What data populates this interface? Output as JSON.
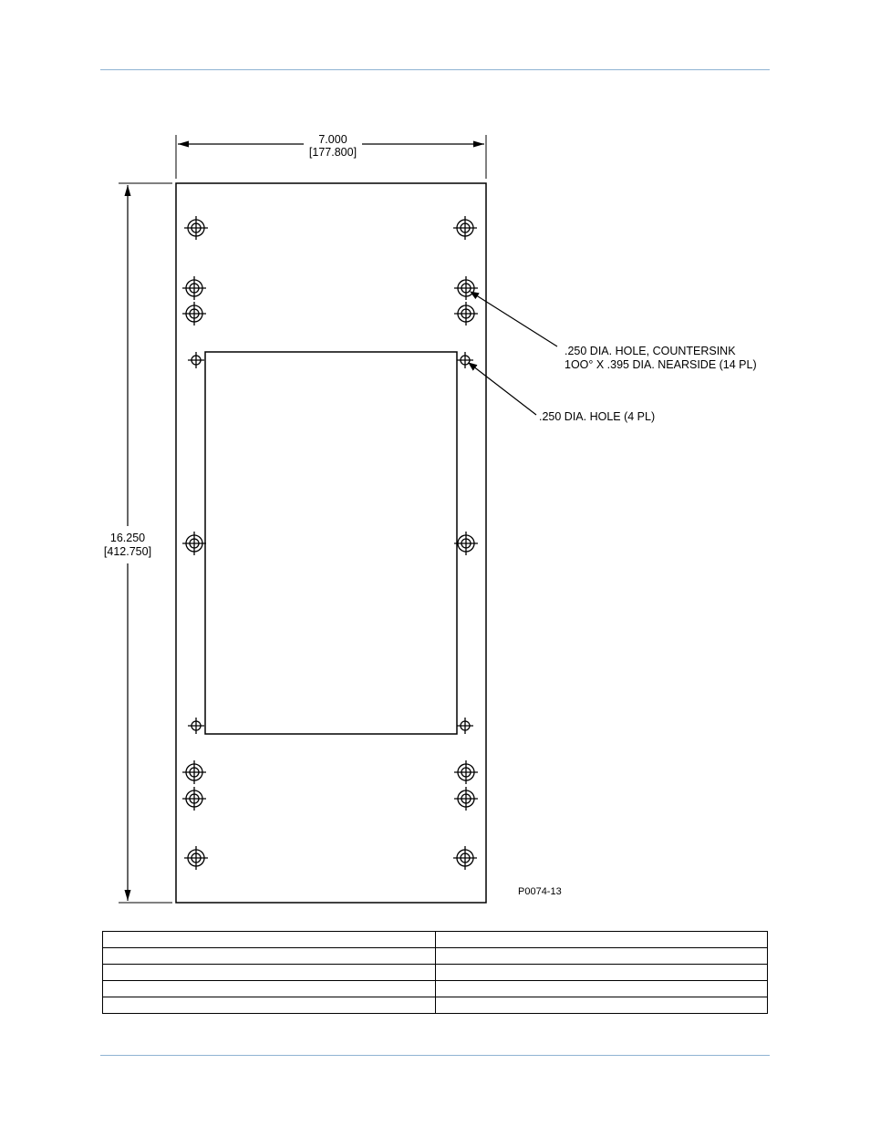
{
  "dimensions": {
    "width_in": "7.000",
    "width_mm": "[177.800]",
    "height_in": "16.250",
    "height_mm": "[412.750]"
  },
  "callouts": {
    "countersink_line1": ".250 DIA. HOLE, COUNTERSINK",
    "countersink_line2": "1OO° X .395 DIA. NEARSIDE (14 PL)",
    "plain_hole": ".250 DIA. HOLE (4 PL)"
  },
  "figure_id": "P0074-13",
  "table": {
    "rows": [
      [
        "",
        ""
      ],
      [
        "",
        ""
      ],
      [
        "",
        ""
      ],
      [
        "",
        ""
      ],
      [
        "",
        ""
      ]
    ]
  }
}
